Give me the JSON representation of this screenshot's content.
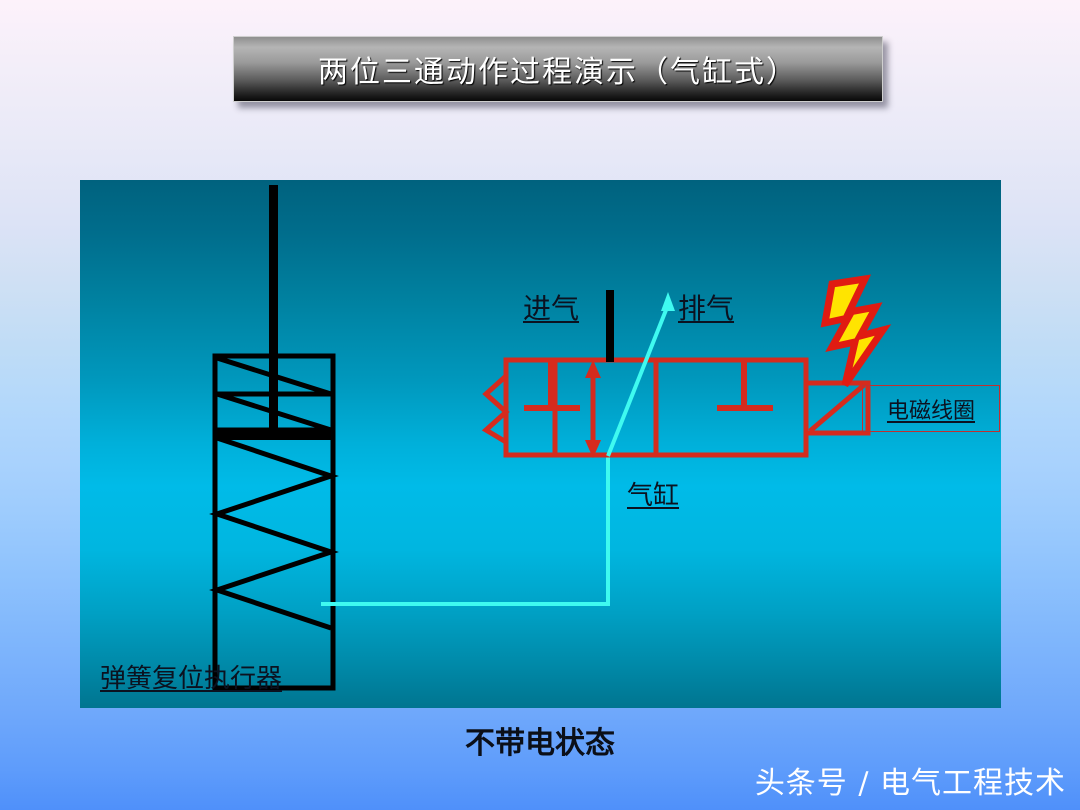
{
  "title": {
    "text": "两位三通动作过程演示（气缸式）"
  },
  "diagram": {
    "labels": {
      "intake": "进气",
      "exhaust": "排气",
      "cylinder": "气缸",
      "actuator": "弹簧复位执行器",
      "solenoid_coil": "电磁线圈"
    },
    "icons": {
      "lightning": "lightning-bolt-icon",
      "spring": "spring-symbol",
      "solenoid": "solenoid-symbol"
    },
    "colors": {
      "valve_outline": "#d52b1e",
      "flow_line": "#3ffaf0",
      "actuator_outline": "#000000",
      "bolt_fill": "#ffe400",
      "bolt_stroke": "#e01b12",
      "panel_top": "#00627e",
      "panel_mid": "#00bbe8"
    }
  },
  "caption": {
    "text": "不带电状态"
  },
  "watermark": {
    "text": "头条号 / 电气工程技术"
  }
}
